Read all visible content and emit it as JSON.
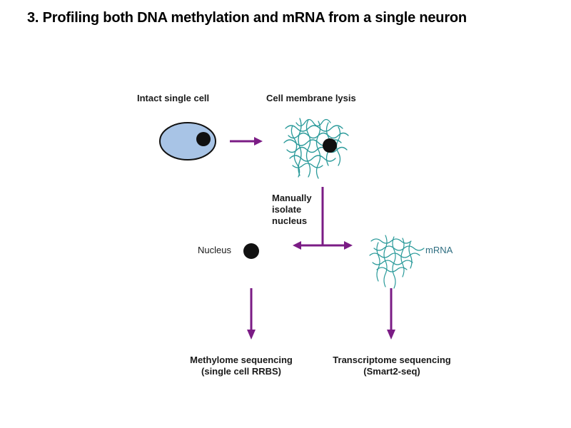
{
  "title": "3. Profiling both DNA methylation and mRNA from a single neuron",
  "labels": {
    "intact_cell": "Intact single cell",
    "membrane_lysis": "Cell membrane lysis",
    "manual_isolate": [
      "Manually",
      "isolate",
      "nucleus"
    ],
    "nucleus": "Nucleus",
    "mrna": "mRNA",
    "methylome": [
      "Methylome sequencing",
      "(single cell RRBS)"
    ],
    "transcriptome": [
      "Transcriptome sequencing",
      "(Smart2-seq)"
    ]
  },
  "colors": {
    "arrow": "#7b1c85",
    "cell_fill": "#a8c4e6",
    "cell_stroke": "#111111",
    "strands": "#2a9a9a",
    "nucleus": "#111111"
  },
  "icons": [
    "intact-cell-icon",
    "lysed-cell-icon",
    "nucleus-icon",
    "mrna-strands-icon"
  ]
}
